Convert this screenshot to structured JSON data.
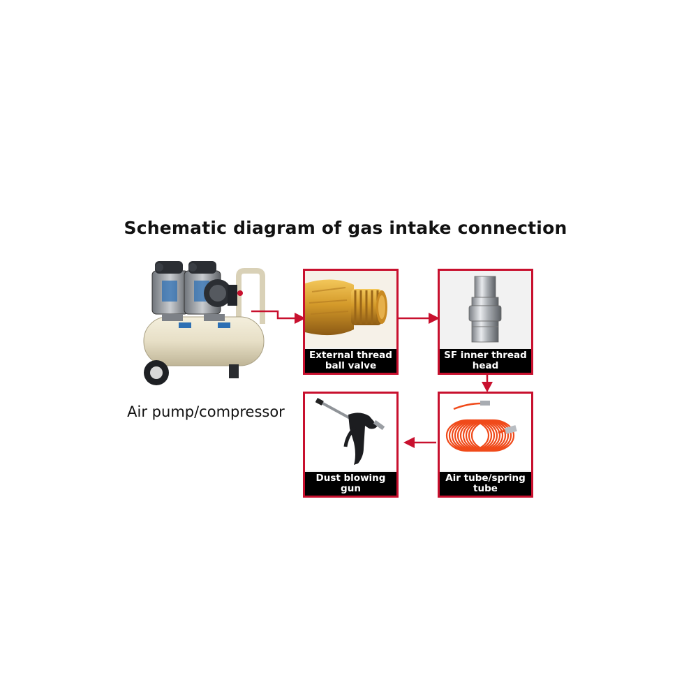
{
  "title": "Schematic diagram of  gas intake connection",
  "compressor": {
    "label": "Air pump/compressor"
  },
  "components": [
    {
      "line1": "External thread",
      "line2": "ball valve"
    },
    {
      "line1": "SF inner thread",
      "line2": "head"
    },
    {
      "line1": "Air tube/spring",
      "line2": "tube"
    },
    {
      "line1": "Dust blowing",
      "line2": "gun"
    }
  ],
  "colors": {
    "frame": "#c8102e",
    "caption_bg": "#000000",
    "caption_text": "#ffffff",
    "background": "#ffffff"
  }
}
